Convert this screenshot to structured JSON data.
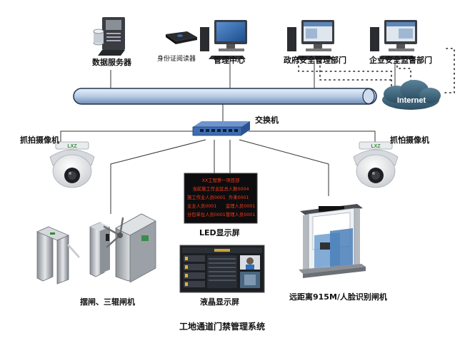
{
  "nodes": {
    "data_server": "数据服务器",
    "id_reader": "身份证阅读器",
    "management_center": "管理中心",
    "gov_safety_dept": "政府安全管理部门",
    "enterprise_safety_dept": "企业安全监督部门",
    "internet": "Internet",
    "switch": "交换机",
    "camera_left": "抓拍摄像机",
    "camera_right": "抓怕摄像机",
    "led_screen": "LED显示屏",
    "lcd_screen": "液晶显示屏",
    "turnstiles": "摆闸、三辊闸机",
    "face_gate": "远距离915M/人脸识别闸机"
  },
  "camera_brand": "LXZ",
  "led_text": {
    "line1": "XX工程第一项目部",
    "line2": "当前施工作业区总人数0004",
    "line3a": "施工作业人员0001",
    "line3b": "外来0001",
    "line4a": "业主人员0001",
    "line4b": "监理人员0001",
    "line5a": "分包单位人员0001",
    "line5b": "管理人员0001"
  },
  "caption": "工地通道门禁管理系统",
  "colors": {
    "backbone": "#b8cbe6",
    "backbone_stroke": "#1f3550",
    "led_text": "#ff3a1a",
    "switch": "#4a78c0",
    "cloud": "#3a5f75"
  }
}
